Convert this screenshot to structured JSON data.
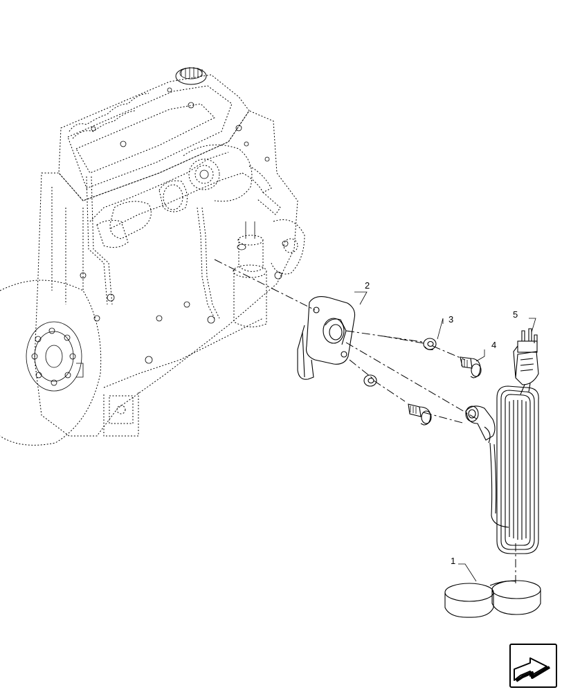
{
  "callouts": {
    "c1": "1",
    "c2": "2",
    "c3": "3",
    "c4": "4",
    "c5": "5"
  },
  "icons": {
    "nav": "forward-arrow-icon"
  }
}
